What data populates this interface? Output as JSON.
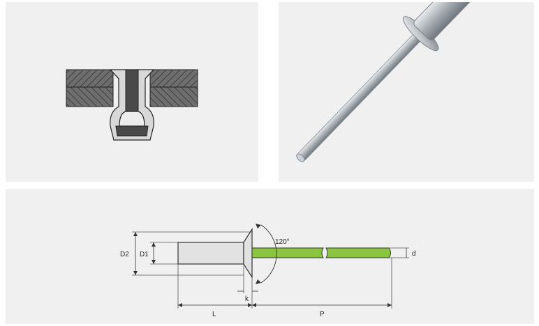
{
  "section_view": {
    "colors": {
      "plate": "#6e6e6e",
      "hatch": "#2a2a2a",
      "rivet_body": "#d8d8d8",
      "mandrel": "#4a4a4a"
    }
  },
  "product_photo": {
    "colors": {
      "metal_light": "#dcdfe2",
      "metal_mid": "#a9afb5",
      "metal_dark": "#6f767d"
    }
  },
  "dimension_drawing": {
    "labels": {
      "d2": "D2",
      "d1": "D1",
      "angle": "120°",
      "d": "d",
      "k": "k",
      "l": "L",
      "p": "P"
    },
    "colors": {
      "mandrel": "#8bc53f",
      "body": "#e2e2e2",
      "outline": "#333333"
    }
  }
}
